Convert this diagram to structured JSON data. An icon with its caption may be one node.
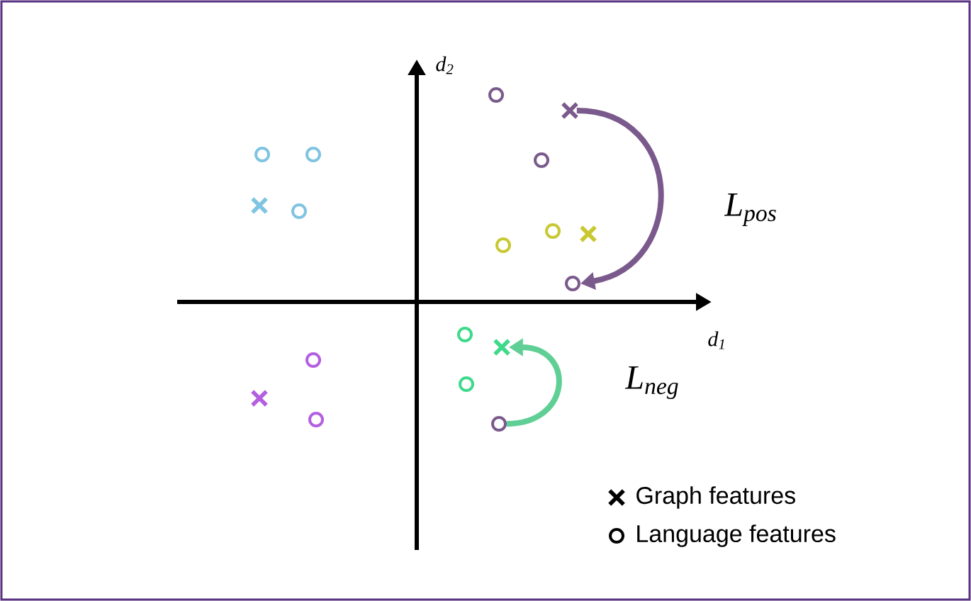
{
  "diagram": {
    "nodes": [
      {
        "text": [],
        "shape": "cross"
      },
      {
        "text": [],
        "shape": "circle"
      },
      {
        "text": [],
        "shape": "circle"
      },
      {
        "text": [],
        "shape": "cross"
      }
    ],
    "edges": [
      {
        "from": 0,
        "to": 1,
        "arrow": "to",
        "label": "L$_{pos}$",
        "color": "#7a5a8c"
      },
      {
        "from": 2,
        "to": 3,
        "arrow": "to",
        "label": "L$_{neg}$",
        "color": "#5fcf95"
      }
    ],
    "labels": [
      "d$_{2}$",
      "d$_{1}$"
    ],
    "legend": [
      {
        "text": "Graph features"
      },
      {
        "text": "Language features"
      }
    ]
  }
}
